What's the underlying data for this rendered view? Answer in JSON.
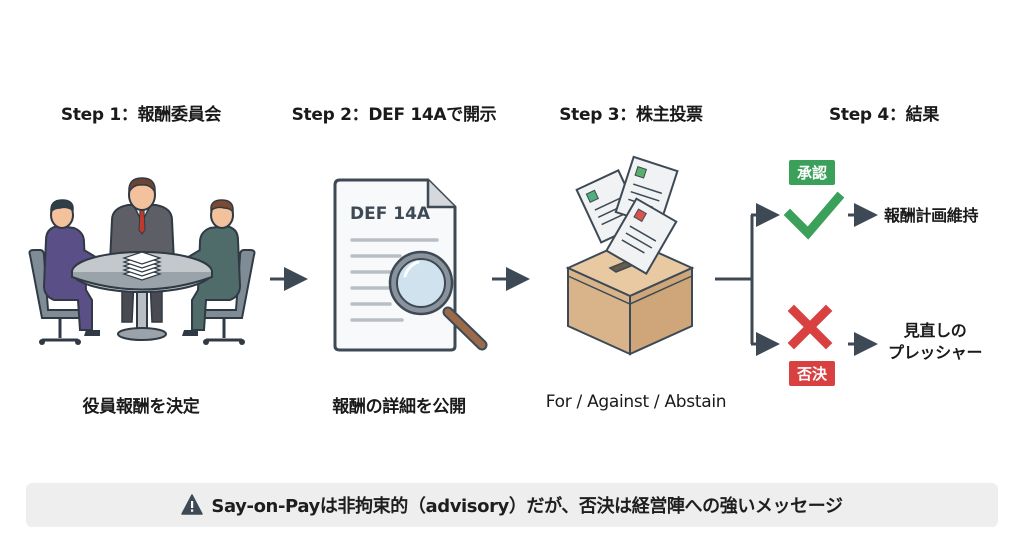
{
  "steps": [
    {
      "title": "Step 1：報酬委員会",
      "caption": "役員報酬を決定",
      "icon": "meeting-icon"
    },
    {
      "title": "Step 2：DEF 14Aで開示",
      "caption": "報酬の詳細を公開",
      "icon": "document-magnifier-icon",
      "doc_label": "DEF 14A"
    },
    {
      "title": "Step 3：株主投票",
      "caption": "For / Against / Abstain",
      "icon": "ballot-box-icon"
    },
    {
      "title": "Step 4：結果",
      "icon": "branch-icon"
    }
  ],
  "outcomes": {
    "approved": {
      "badge": "承認",
      "result": "報酬計画維持",
      "color": "#3aa05a",
      "icon": "checkmark-icon"
    },
    "rejected": {
      "badge": "否決",
      "result_line1": "見直しの",
      "result_line2": "プレッシャー",
      "color": "#d94040",
      "icon": "cross-icon"
    }
  },
  "banner": {
    "icon": "warning-icon",
    "text": "Say-on-Payは非拘束的（advisory）だが、否決は経営陣への強いメッセージ"
  },
  "colors": {
    "arrow": "#3d4a56",
    "text": "#1a1a1a",
    "banner_bg": "#eeeeee"
  }
}
